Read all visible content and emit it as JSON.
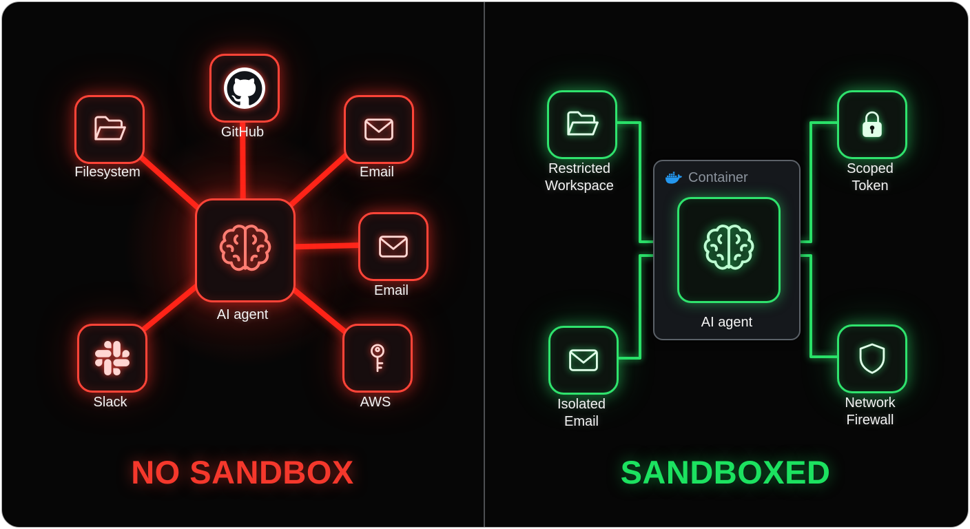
{
  "diagram": {
    "left": {
      "title": "NO SANDBOX",
      "accent_color": "#ff3b2f",
      "agent": {
        "label": "AI agent",
        "icon": "brain-icon"
      },
      "nodes": [
        {
          "id": "github",
          "label": "GitHub",
          "icon": "github-icon"
        },
        {
          "id": "filesystem",
          "label": "Filesystem",
          "icon": "folder-icon"
        },
        {
          "id": "email-top",
          "label": "Email",
          "icon": "envelope-icon"
        },
        {
          "id": "email-right",
          "label": "Email",
          "icon": "envelope-icon"
        },
        {
          "id": "slack",
          "label": "Slack",
          "icon": "slack-icon"
        },
        {
          "id": "aws",
          "label": "AWS",
          "icon": "key-icon"
        }
      ]
    },
    "right": {
      "title": "SANDBOXED",
      "accent_color": "#22e065",
      "container": {
        "label": "Container",
        "icon": "docker-icon"
      },
      "agent": {
        "label": "AI agent",
        "icon": "brain-icon"
      },
      "nodes": [
        {
          "id": "restricted-workspace",
          "label": "Restricted Workspace",
          "icon": "folder-icon"
        },
        {
          "id": "scoped-token",
          "label": "Scoped Token",
          "icon": "lock-icon"
        },
        {
          "id": "isolated-email",
          "label": "Isolated Email",
          "icon": "envelope-icon"
        },
        {
          "id": "network-firewall",
          "label": "Network Firewall",
          "icon": "shield-icon"
        }
      ]
    }
  }
}
